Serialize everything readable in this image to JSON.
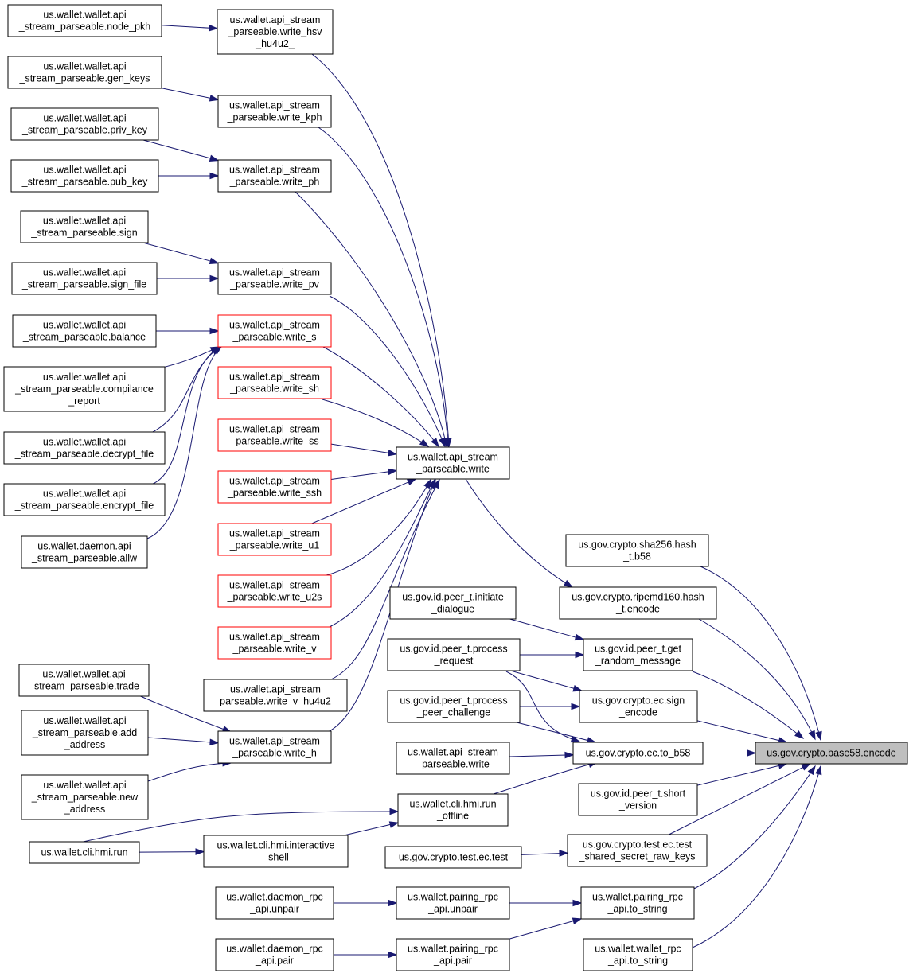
{
  "graph": {
    "edge_color": "#191970",
    "node_border": "#000000",
    "incomplete_node_border": "#ff0000",
    "focus_node_fill": "#bfbfbf",
    "nodes": [
      {
        "id": "encode",
        "lines": [
          "us.gov.crypto.base58.encode"
        ]
      },
      {
        "id": "sha256",
        "lines": [
          "us.gov.crypto.sha256.hash",
          "_t.b58"
        ]
      },
      {
        "id": "ripemd",
        "lines": [
          "us.gov.crypto.ripemd160.hash",
          "_t.encode"
        ]
      },
      {
        "id": "getrand",
        "lines": [
          "us.gov.id.peer_t.get",
          "_random_message"
        ]
      },
      {
        "id": "ecsign",
        "lines": [
          "us.gov.crypto.ec.sign",
          "_encode"
        ]
      },
      {
        "id": "tob58",
        "lines": [
          "us.gov.crypto.ec.to_b58"
        ]
      },
      {
        "id": "shortv",
        "lines": [
          "us.gov.id.peer_t.short",
          "_version"
        ]
      },
      {
        "id": "ectest",
        "lines": [
          "us.gov.crypto.test.ec.test",
          "_shared_secret_raw_keys"
        ]
      },
      {
        "id": "pairts",
        "lines": [
          "us.wallet.pairing_rpc",
          "_api.to_string"
        ]
      },
      {
        "id": "walletts",
        "lines": [
          "us.wallet.wallet_rpc",
          "_api.to_string"
        ]
      },
      {
        "id": "write",
        "lines": [
          "us.wallet.api_stream",
          "_parseable.write"
        ]
      },
      {
        "id": "initdlg",
        "lines": [
          "us.gov.id.peer_t.initiate",
          "_dialogue"
        ]
      },
      {
        "id": "procreq",
        "lines": [
          "us.gov.id.peer_t.process",
          "_request"
        ]
      },
      {
        "id": "procpeer",
        "lines": [
          "us.gov.id.peer_t.process",
          "_peer_challenge"
        ]
      },
      {
        "id": "write2",
        "lines": [
          "us.wallet.api_stream",
          "_parseable.write"
        ]
      },
      {
        "id": "runoff",
        "lines": [
          "us.wallet.cli.hmi.run",
          "_offline"
        ]
      },
      {
        "id": "ectestt",
        "lines": [
          "us.gov.crypto.test.ec.test"
        ]
      },
      {
        "id": "pairun",
        "lines": [
          "us.wallet.pairing_rpc",
          "_api.unpair"
        ]
      },
      {
        "id": "pairpair",
        "lines": [
          "us.wallet.pairing_rpc",
          "_api.pair"
        ]
      },
      {
        "id": "w_hsv",
        "lines": [
          "us.wallet.api_stream",
          "_parseable.write_hsv",
          "_hu4u2_"
        ]
      },
      {
        "id": "w_kph",
        "lines": [
          "us.wallet.api_stream",
          "_parseable.write_kph"
        ]
      },
      {
        "id": "w_ph",
        "lines": [
          "us.wallet.api_stream",
          "_parseable.write_ph"
        ]
      },
      {
        "id": "w_pv",
        "lines": [
          "us.wallet.api_stream",
          "_parseable.write_pv"
        ]
      },
      {
        "id": "w_s",
        "lines": [
          "us.wallet.api_stream",
          "_parseable.write_s"
        ],
        "incomplete": true
      },
      {
        "id": "w_sh",
        "lines": [
          "us.wallet.api_stream",
          "_parseable.write_sh"
        ],
        "incomplete": true
      },
      {
        "id": "w_ss",
        "lines": [
          "us.wallet.api_stream",
          "_parseable.write_ss"
        ],
        "incomplete": true
      },
      {
        "id": "w_ssh",
        "lines": [
          "us.wallet.api_stream",
          "_parseable.write_ssh"
        ],
        "incomplete": true
      },
      {
        "id": "w_u1",
        "lines": [
          "us.wallet.api_stream",
          "_parseable.write_u1"
        ],
        "incomplete": true
      },
      {
        "id": "w_u2s",
        "lines": [
          "us.wallet.api_stream",
          "_parseable.write_u2s"
        ],
        "incomplete": true
      },
      {
        "id": "w_v",
        "lines": [
          "us.wallet.api_stream",
          "_parseable.write_v"
        ],
        "incomplete": true
      },
      {
        "id": "w_vhu",
        "lines": [
          "us.wallet.api_stream",
          "_parseable.write_v_hu4u2_"
        ]
      },
      {
        "id": "w_h",
        "lines": [
          "us.wallet.api_stream",
          "_parseable.write_h"
        ]
      },
      {
        "id": "interact",
        "lines": [
          "us.wallet.cli.hmi.interactive",
          "_shell"
        ]
      },
      {
        "id": "dunpair",
        "lines": [
          "us.wallet.daemon_rpc",
          "_api.unpair"
        ]
      },
      {
        "id": "dpair",
        "lines": [
          "us.wallet.daemon_rpc",
          "_api.pair"
        ]
      },
      {
        "id": "nodepkh",
        "lines": [
          "us.wallet.wallet.api",
          "_stream_parseable.node_pkh"
        ]
      },
      {
        "id": "genkeys",
        "lines": [
          "us.wallet.wallet.api",
          "_stream_parseable.gen_keys"
        ]
      },
      {
        "id": "privkey",
        "lines": [
          "us.wallet.wallet.api",
          "_stream_parseable.priv_key"
        ]
      },
      {
        "id": "pubkey",
        "lines": [
          "us.wallet.wallet.api",
          "_stream_parseable.pub_key"
        ]
      },
      {
        "id": "sign",
        "lines": [
          "us.wallet.wallet.api",
          "_stream_parseable.sign"
        ]
      },
      {
        "id": "signfile",
        "lines": [
          "us.wallet.wallet.api",
          "_stream_parseable.sign_file"
        ]
      },
      {
        "id": "balance",
        "lines": [
          "us.wallet.wallet.api",
          "_stream_parseable.balance"
        ]
      },
      {
        "id": "compl",
        "lines": [
          "us.wallet.wallet.api",
          "_stream_parseable.compilance",
          "_report"
        ]
      },
      {
        "id": "decrypt",
        "lines": [
          "us.wallet.wallet.api",
          "_stream_parseable.decrypt_file"
        ]
      },
      {
        "id": "encrypt",
        "lines": [
          "us.wallet.wallet.api",
          "_stream_parseable.encrypt_file"
        ]
      },
      {
        "id": "allw",
        "lines": [
          "us.wallet.daemon.api",
          "_stream_parseable.allw"
        ]
      },
      {
        "id": "trade",
        "lines": [
          "us.wallet.wallet.api",
          "_stream_parseable.trade"
        ]
      },
      {
        "id": "addaddr",
        "lines": [
          "us.wallet.wallet.api",
          "_stream_parseable.add",
          "_address"
        ]
      },
      {
        "id": "newaddr",
        "lines": [
          "us.wallet.wallet.api",
          "_stream_parseable.new",
          "_address"
        ]
      },
      {
        "id": "hmirun",
        "lines": [
          "us.wallet.cli.hmi.run"
        ]
      }
    ],
    "edges": [
      {
        "from": "sha256",
        "to": "encode"
      },
      {
        "from": "ripemd",
        "to": "encode"
      },
      {
        "from": "getrand",
        "to": "encode"
      },
      {
        "from": "ecsign",
        "to": "encode"
      },
      {
        "from": "tob58",
        "to": "encode"
      },
      {
        "from": "shortv",
        "to": "encode"
      },
      {
        "from": "ectest",
        "to": "encode"
      },
      {
        "from": "pairts",
        "to": "encode"
      },
      {
        "from": "walletts",
        "to": "encode"
      },
      {
        "from": "write",
        "to": "ripemd"
      },
      {
        "from": "initdlg",
        "to": "getrand"
      },
      {
        "from": "procreq",
        "to": "getrand"
      },
      {
        "from": "procreq",
        "to": "ecsign"
      },
      {
        "from": "procreq",
        "to": "tob58"
      },
      {
        "from": "procpeer",
        "to": "ecsign"
      },
      {
        "from": "procpeer",
        "to": "tob58"
      },
      {
        "from": "write2",
        "to": "tob58"
      },
      {
        "from": "runoff",
        "to": "tob58"
      },
      {
        "from": "ectestt",
        "to": "ectest"
      },
      {
        "from": "pairun",
        "to": "pairts"
      },
      {
        "from": "pairpair",
        "to": "pairts"
      },
      {
        "from": "w_hsv",
        "to": "write"
      },
      {
        "from": "w_kph",
        "to": "write"
      },
      {
        "from": "w_ph",
        "to": "write"
      },
      {
        "from": "w_pv",
        "to": "write"
      },
      {
        "from": "w_s",
        "to": "write"
      },
      {
        "from": "w_sh",
        "to": "write"
      },
      {
        "from": "w_ss",
        "to": "write"
      },
      {
        "from": "w_ssh",
        "to": "write"
      },
      {
        "from": "w_u1",
        "to": "write"
      },
      {
        "from": "w_u2s",
        "to": "write"
      },
      {
        "from": "w_v",
        "to": "write"
      },
      {
        "from": "w_vhu",
        "to": "write"
      },
      {
        "from": "w_h",
        "to": "write"
      },
      {
        "from": "nodepkh",
        "to": "w_hsv"
      },
      {
        "from": "genkeys",
        "to": "w_kph"
      },
      {
        "from": "privkey",
        "to": "w_ph"
      },
      {
        "from": "pubkey",
        "to": "w_ph"
      },
      {
        "from": "sign",
        "to": "w_pv"
      },
      {
        "from": "signfile",
        "to": "w_pv"
      },
      {
        "from": "balance",
        "to": "w_s"
      },
      {
        "from": "compl",
        "to": "w_s"
      },
      {
        "from": "decrypt",
        "to": "w_s"
      },
      {
        "from": "encrypt",
        "to": "w_s"
      },
      {
        "from": "allw",
        "to": "w_s"
      },
      {
        "from": "trade",
        "to": "w_h"
      },
      {
        "from": "addaddr",
        "to": "w_h"
      },
      {
        "from": "newaddr",
        "to": "w_h"
      },
      {
        "from": "interact",
        "to": "runoff"
      },
      {
        "from": "hmirun",
        "to": "runoff"
      },
      {
        "from": "hmirun",
        "to": "interact"
      },
      {
        "from": "dunpair",
        "to": "pairun"
      },
      {
        "from": "dpair",
        "to": "pairpair"
      }
    ]
  }
}
